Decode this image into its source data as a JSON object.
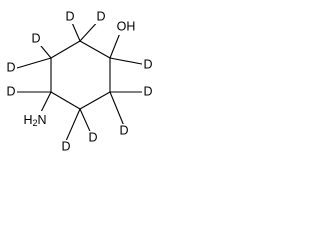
{
  "structure": {
    "ring_atoms": [
      "C1",
      "C2",
      "C3",
      "C4",
      "C5",
      "C6"
    ],
    "ring_bonds": [
      [
        "C1",
        "C2"
      ],
      [
        "C2",
        "C3"
      ],
      [
        "C3",
        "C4"
      ],
      [
        "C4",
        "C5"
      ],
      [
        "C5",
        "C6"
      ],
      [
        "C6",
        "C1"
      ]
    ],
    "substituents": [
      {
        "id": "oh",
        "atom": "C1",
        "text": "OH"
      },
      {
        "id": "nh2",
        "atom": "C4",
        "text": "H2N",
        "sub": "2"
      }
    ],
    "deuteriums": [
      {
        "id": "d1",
        "atom": "C1",
        "text": "D"
      },
      {
        "id": "d2",
        "atom": "C2",
        "text": "D"
      },
      {
        "id": "d3",
        "atom": "C2",
        "text": "D"
      },
      {
        "id": "d4",
        "atom": "C3",
        "text": "D"
      },
      {
        "id": "d5",
        "atom": "C3",
        "text": "D"
      },
      {
        "id": "d6",
        "atom": "C4",
        "text": "D"
      },
      {
        "id": "d7",
        "atom": "C5",
        "text": "D"
      },
      {
        "id": "d8",
        "atom": "C5",
        "text": "D"
      },
      {
        "id": "d9",
        "atom": "C6",
        "text": "D"
      },
      {
        "id": "d10",
        "atom": "C6",
        "text": "D"
      }
    ]
  },
  "labels": {
    "oh": "OH",
    "h2n_h": "H",
    "h2n_sub": "2",
    "h2n_n": "N",
    "d": "D"
  }
}
